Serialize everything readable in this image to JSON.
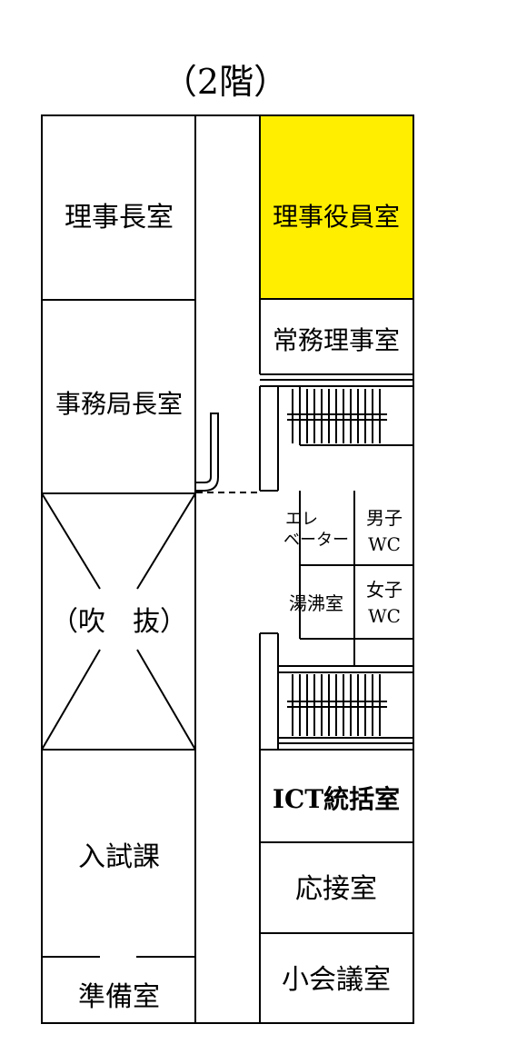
{
  "floor_label": "（2階）",
  "highlight_color": "#FFEE00",
  "rooms": {
    "chairman": "理事長室",
    "directors": "理事役員室",
    "managing_director": "常務理事室",
    "secretary_general": "事務局長室",
    "atrium": "（吹　抜）",
    "elevator_line1": "エレ",
    "elevator_line2": "ベーター",
    "mens_wc_line1": "男子",
    "mens_wc_line2": "WC",
    "hot_water": "湯沸室",
    "womens_wc_line1": "女子",
    "womens_wc_line2": "WC",
    "ict": "ICT統括室",
    "reception": "応接室",
    "exam": "入試課",
    "small_meeting": "小会議室",
    "prep": "準備室"
  }
}
